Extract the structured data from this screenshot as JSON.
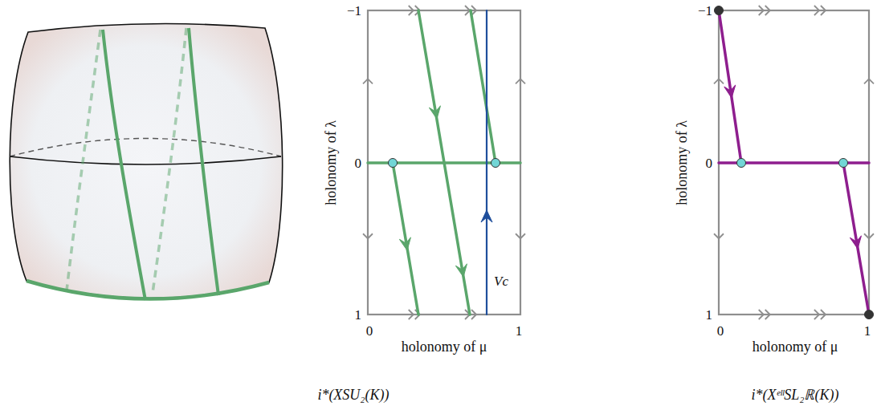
{
  "diagram": {
    "labels": [
      "−1",
      "0",
      "1",
      "0",
      "1",
      "holonomy of λ",
      "holonomy of μ",
      "Vc",
      "i*(XSU₂(K))",
      "−1",
      "0",
      "1",
      "0",
      "1",
      "holonomy of λ",
      "holonomy of μ",
      "i*(XᵉˡˡSL₂ℝ(K))"
    ]
  }
}
